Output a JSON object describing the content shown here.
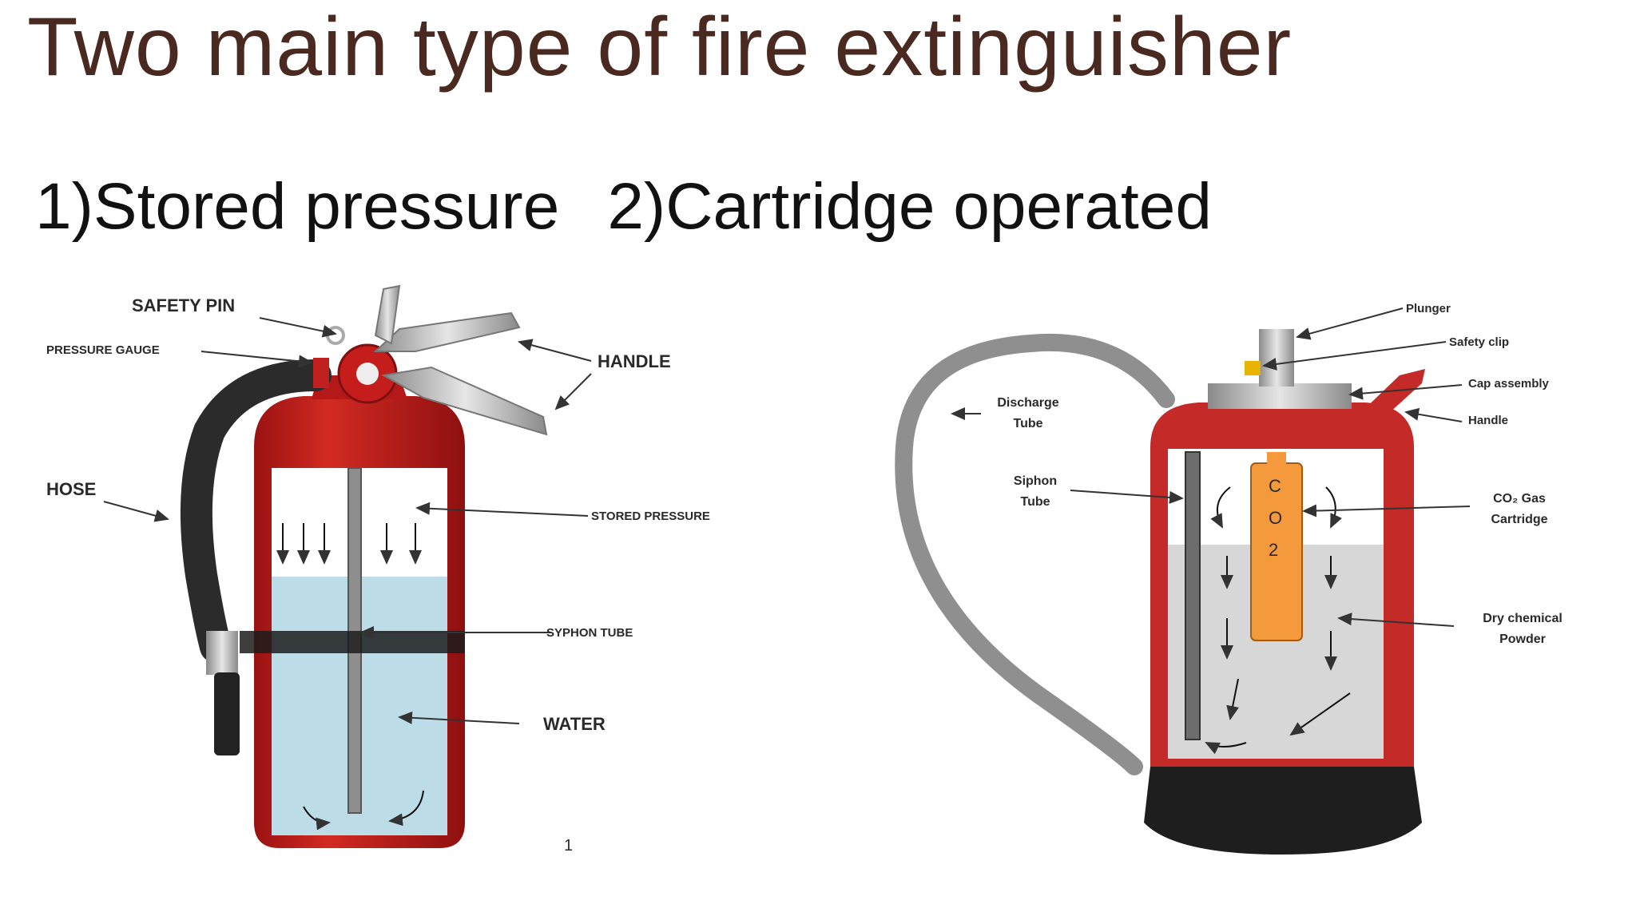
{
  "title": "Two main type of fire extinguisher",
  "subtitle": {
    "item1": "1)Stored pressure",
    "item2": "2)Cartridge operated"
  },
  "left_diagram": {
    "labels": {
      "safety_pin": "SAFETY PIN",
      "pressure_gauge": "PRESSURE GAUGE",
      "handle": "HANDLE",
      "hose": "HOSE",
      "stored_pressure": "STORED PRESSURE",
      "syphon_tube": "SYPHON TUBE",
      "water": "WATER"
    },
    "colors": {
      "body": "#c41e1e",
      "water": "#bcdce8",
      "hose": "#2b2b2b"
    }
  },
  "right_diagram": {
    "labels": {
      "plunger": "Plunger",
      "safety_clip": "Safety clip",
      "cap_assembly": "Cap assembly",
      "handle": "Handle",
      "discharge_tube_1": "Discharge",
      "discharge_tube_2": "Tube",
      "siphon_tube_1": "Siphon",
      "siphon_tube_2": "Tube",
      "co2_cartridge_1": "CO₂ Gas",
      "co2_cartridge_2": "Cartridge",
      "dry_powder_1": "Dry chemical",
      "dry_powder_2": "Powder"
    },
    "cartridge_letters": [
      "C",
      "O",
      "2"
    ],
    "colors": {
      "body": "#c42a28",
      "powder": "#d7d7d7",
      "cartridge": "#f59a3c",
      "hose": "#9a9a9a"
    }
  },
  "page_number": "1"
}
